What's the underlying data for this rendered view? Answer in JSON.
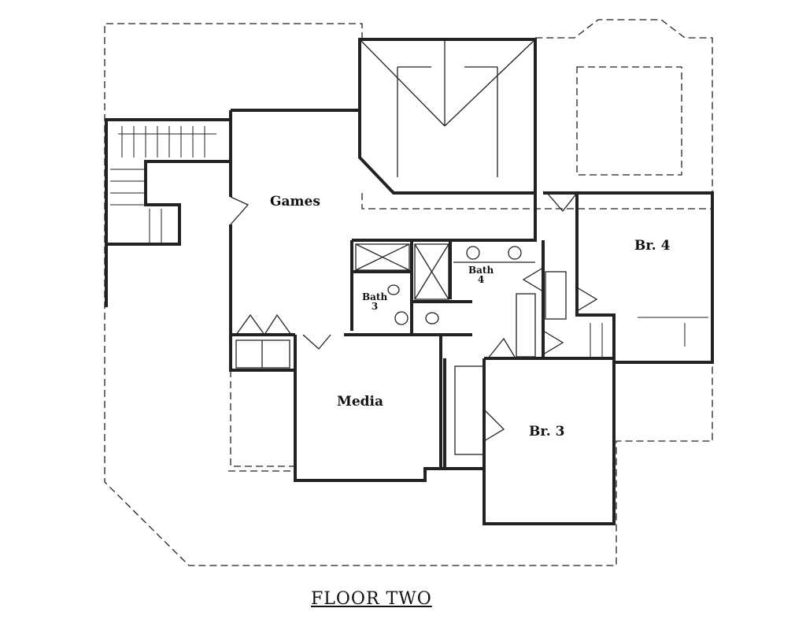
{
  "plan": {
    "title": "FLOOR TWO",
    "rooms": {
      "games": "Games",
      "media": "Media",
      "br4": "Br. 4",
      "br3": "Br. 3",
      "bath3_line1": "Bath",
      "bath3_line2": "3",
      "bath4_line1": "Bath",
      "bath4_line2": "4"
    }
  }
}
